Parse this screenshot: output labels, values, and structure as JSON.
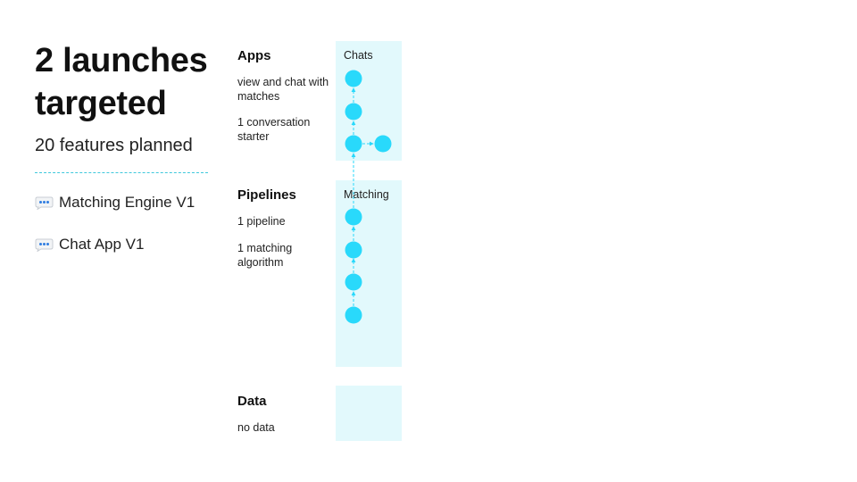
{
  "summary": {
    "headline_line1": "2 launches",
    "headline_line2": "targeted",
    "features_planned": "20 features planned",
    "launches": [
      {
        "label": "Matching Engine V1",
        "icon": "speech-bubble-icon"
      },
      {
        "label": "Chat App V1",
        "icon": "speech-bubble-icon"
      }
    ]
  },
  "sections": {
    "apps": {
      "title": "Apps",
      "items": [
        "view and chat with matches",
        "1 conversation starter"
      ],
      "lane_label": "Chats"
    },
    "pipelines": {
      "title": "Pipelines",
      "items": [
        "1 pipeline",
        "1 matching algorithm"
      ],
      "lane_label": "Matching"
    },
    "data": {
      "title": "Data",
      "items": [
        "no data"
      ],
      "lane_label": ""
    }
  },
  "colors": {
    "accent": "#29d9fb",
    "lane_background": "#e2f9fc",
    "divider": "#3fc8dc"
  }
}
